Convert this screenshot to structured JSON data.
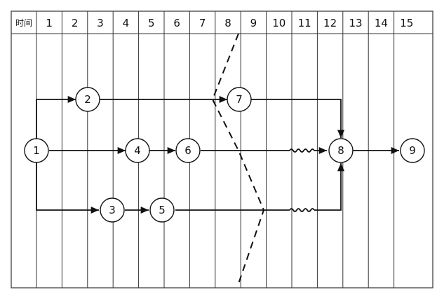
{
  "header": {
    "corner_label": "时间",
    "columns": [
      "1",
      "2",
      "3",
      "4",
      "5",
      "6",
      "7",
      "8",
      "9",
      "10",
      "11",
      "12",
      "13",
      "14",
      "15"
    ]
  },
  "nodes": [
    {
      "id": "1",
      "label": "1"
    },
    {
      "id": "2",
      "label": "2"
    },
    {
      "id": "3",
      "label": "3"
    },
    {
      "id": "4",
      "label": "4"
    },
    {
      "id": "5",
      "label": "5"
    },
    {
      "id": "6",
      "label": "6"
    },
    {
      "id": "7",
      "label": "7"
    },
    {
      "id": "8",
      "label": "8"
    },
    {
      "id": "9",
      "label": "9"
    }
  ],
  "colors": {
    "line": "#111111",
    "grid": "#333333",
    "node_fill": "#ffffff"
  }
}
